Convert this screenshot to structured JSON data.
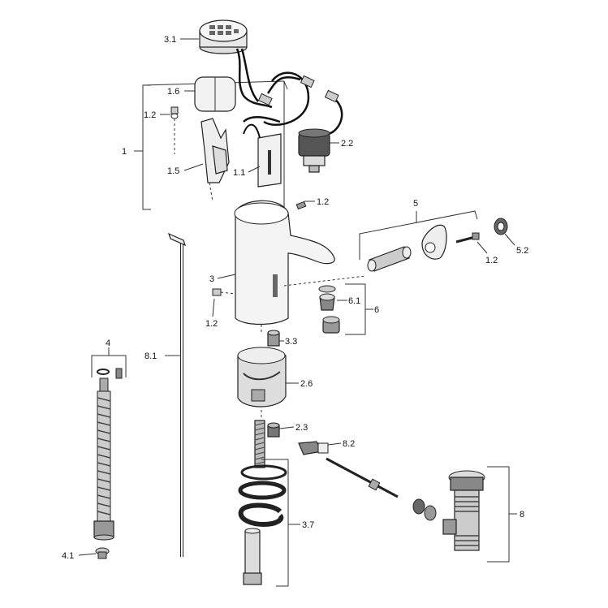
{
  "callouts": {
    "c3_1": "3.1",
    "c1_6": "1.6",
    "c1_2a": "1.2",
    "c1": "1",
    "c1_5": "1.5",
    "c1_1": "1.1",
    "c2_2": "2.2",
    "c1_2b": "1.2",
    "c5": "5",
    "c5_2": "5.2",
    "c1_2c": "1.2",
    "c3": "3",
    "c6_1": "6.1",
    "c6": "6",
    "c1_2d": "1.2",
    "c3_3": "3.3",
    "c4": "4",
    "c8_1": "8.1",
    "c2_6": "2.6",
    "c2_3": "2.3",
    "c8_2": "8.2",
    "c3_7": "3.7",
    "c8": "8",
    "c4_1": "4.1"
  }
}
